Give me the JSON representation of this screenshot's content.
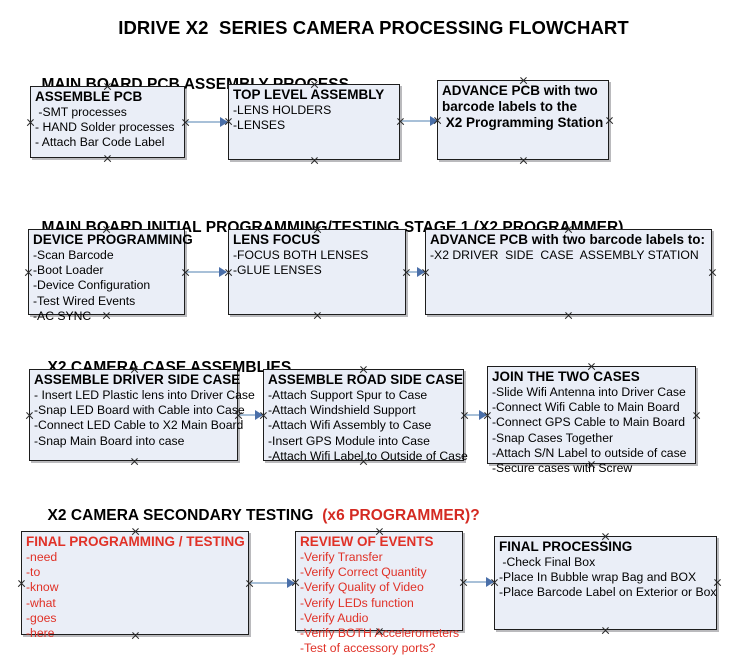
{
  "title": "IDRIVE X2  SERIES CAMERA PROCESSING FLOWCHART",
  "colors": {
    "box_fill": "#eaeef7",
    "box_border": "#1d1d1d",
    "connector": "#a8c0d8",
    "arrowhead": "#4a6fa9",
    "accent_red": "#e03127",
    "text": "#000000"
  },
  "sections": [
    {
      "heading": "MAIN BOARD PCB ASSEMBLY PROCESS",
      "heading_accent": "",
      "boxes": [
        {
          "title": "ASSEMBLE PCB",
          "lines": [
            " -SMT processes",
            "- HAND Solder processes",
            "- Attach Bar Code Label"
          ]
        },
        {
          "title": "TOP LEVEL ASSEMBLY",
          "lines": [
            "-LENS HOLDERS",
            "-LENSES"
          ]
        },
        {
          "title": "ADVANCE PCB with two",
          "lines": [
            "barcode labels to the",
            " X2 Programming Station"
          ]
        }
      ]
    },
    {
      "heading": "MAIN BOARD INITIAL PROGRAMMING/TESTING STAGE 1 (X2 PROGRAMMER)",
      "heading_accent": "",
      "boxes": [
        {
          "title": "DEVICE PROGRAMMING",
          "lines": [
            "-Scan Barcode",
            "-Boot Loader",
            "-Device Configuration",
            "-Test Wired Events",
            "-AC SYNC"
          ]
        },
        {
          "title": "LENS FOCUS",
          "lines": [
            "-FOCUS BOTH LENSES",
            "-GLUE LENSES"
          ]
        },
        {
          "title": "ADVANCE PCB with two barcode labels to:",
          "lines": [
            "-X2 DRIVER  SIDE  CASE  ASSEMBLY STATION"
          ]
        }
      ]
    },
    {
      "heading": "X2 CAMERA CASE ASSEMBLIES",
      "heading_accent": "",
      "boxes": [
        {
          "title": "ASSEMBLE DRIVER SIDE CASE",
          "lines": [
            "- Insert LED Plastic lens into Driver Case",
            "-Snap LED Board with Cable into Case",
            "-Connect LED Cable to X2 Main Board",
            "-Snap Main Board into case"
          ]
        },
        {
          "title": "ASSEMBLE ROAD SIDE CASE",
          "lines": [
            "-Attach Support Spur to Case",
            "-Attach Windshield Support",
            "-Attach Wifi Assembly to Case",
            "-Insert GPS Module into Case",
            "-Attach Wifi Label to Outside of Case"
          ]
        },
        {
          "title": "JOIN THE TWO CASES",
          "lines": [
            "-Slide Wifi Antenna into Driver Case",
            "-Connect Wifi Cable to Main Board",
            "-Connect GPS Cable to Main Board",
            "-Snap Cases Together",
            "-Attach S/N Label to outside of case",
            "-Secure cases with Screw"
          ]
        }
      ]
    },
    {
      "heading": "X2 CAMERA SECONDARY TESTING  ",
      "heading_accent": "(x6 PROGRAMMER)?",
      "boxes": [
        {
          "title": "FINAL PROGRAMMING / TESTING",
          "lines": [
            "-need",
            "-to",
            "-know",
            "-what",
            "-goes",
            "-here"
          ]
        },
        {
          "title": "REVIEW OF EVENTS",
          "lines": [
            "-Verify Transfer",
            "-Verify Correct Quantity",
            "-Verify Quality of Video",
            "-Verify LEDs function",
            "-Verify Audio",
            "-Verify BOTH Accelerometers",
            "-Test of accessory ports?"
          ]
        },
        {
          "title": "FINAL PROCESSING",
          "lines": [
            " -Check Final Box",
            "-Place In Bubble wrap Bag and BOX",
            "-Place Barcode Label on Exterior or Box"
          ]
        }
      ]
    }
  ]
}
